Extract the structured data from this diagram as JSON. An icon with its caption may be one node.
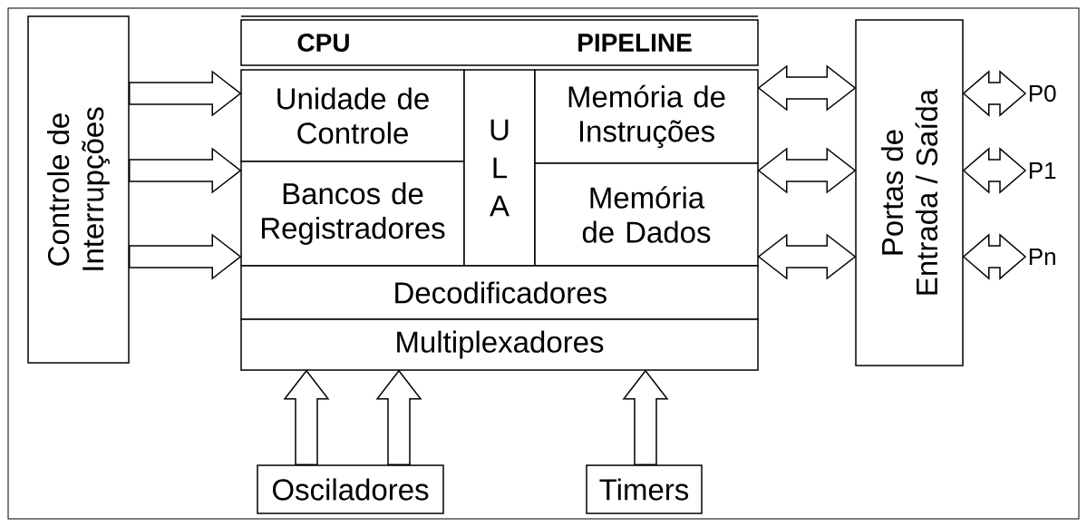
{
  "diagram": {
    "nodes": [
      {
        "text": [
          "Controle de Interrupções"
        ]
      },
      {
        "text": [
          "CPU",
          "PIPELINE"
        ]
      },
      {
        "text": [
          "Unidade de Controle"
        ]
      },
      {
        "text": [
          "Bancos de Registradores"
        ]
      },
      {
        "text": [
          "U L A"
        ]
      },
      {
        "text": [
          "Memória de Instruções"
        ]
      },
      {
        "text": [
          "Memória de Dados"
        ]
      },
      {
        "text": [
          "Decodificadores"
        ]
      },
      {
        "text": [
          "Multiplexadores"
        ]
      },
      {
        "text": [
          "Portas de Entrada / Saída"
        ]
      },
      {
        "text": [
          "Osciladores"
        ]
      },
      {
        "text": [
          "Timers"
        ]
      },
      {
        "text": [
          "P0"
        ]
      },
      {
        "text": [
          "P1"
        ]
      },
      {
        "text": [
          "Pn"
        ]
      }
    ],
    "edges": [
      {
        "from": 0,
        "to": 2,
        "arrow": "to"
      },
      {
        "from": 0,
        "to": 3,
        "arrow": "to"
      },
      {
        "from": 0,
        "to": 3,
        "arrow": "to"
      },
      {
        "from": 5,
        "to": 9,
        "arrow": "both"
      },
      {
        "from": 6,
        "to": 9,
        "arrow": "both"
      },
      {
        "from": 6,
        "to": 9,
        "arrow": "both"
      },
      {
        "from": 9,
        "to": 12,
        "arrow": "both"
      },
      {
        "from": 9,
        "to": 13,
        "arrow": "both"
      },
      {
        "from": 9,
        "to": 14,
        "arrow": "both"
      },
      {
        "from": 10,
        "to": 8,
        "arrow": "to"
      },
      {
        "from": 10,
        "to": 8,
        "arrow": "to"
      },
      {
        "from": 11,
        "to": 8,
        "arrow": "to"
      }
    ]
  }
}
